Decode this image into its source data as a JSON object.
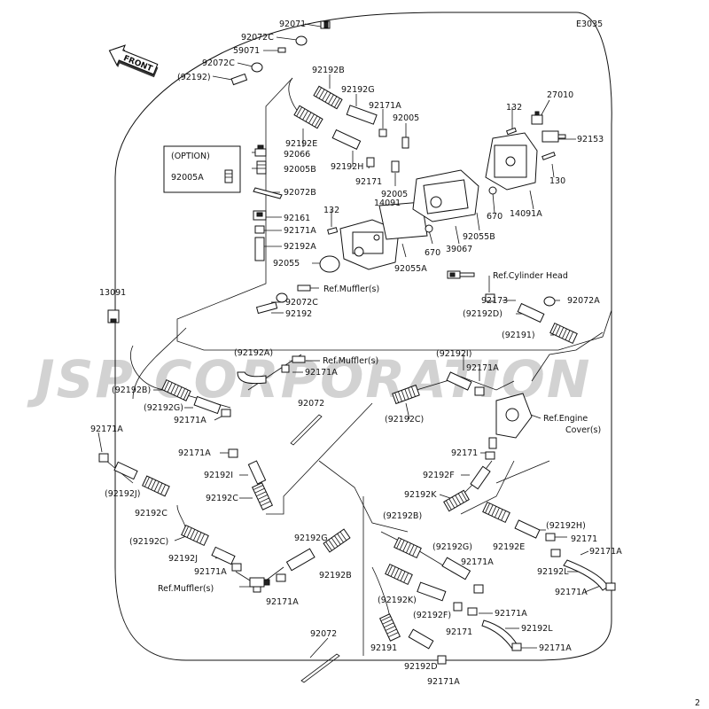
{
  "figure_code": "E3035",
  "front_label": "FRONT",
  "watermark": "JSP CORPORATION",
  "page_marker": "2",
  "labels": [
    {
      "id": "p92071",
      "text": "92071"
    },
    {
      "id": "p92072c_a",
      "text": "92072C"
    },
    {
      "id": "p59071",
      "text": "59071"
    },
    {
      "id": "p92072c_b",
      "text": "92072C"
    },
    {
      "id": "p92192_a",
      "text": "(92192)"
    },
    {
      "id": "p92192b_a",
      "text": "92192B"
    },
    {
      "id": "p92192g_a",
      "text": "92192G"
    },
    {
      "id": "p92171a_a",
      "text": "92171A"
    },
    {
      "id": "p92005_a",
      "text": "92005"
    },
    {
      "id": "p92192e_a",
      "text": "92192E"
    },
    {
      "id": "p92066",
      "text": "92066"
    },
    {
      "id": "p92192h_a",
      "text": "92192H"
    },
    {
      "id": "p_option",
      "text": "(OPTION)"
    },
    {
      "id": "p92005a",
      "text": "92005A"
    },
    {
      "id": "p92005b",
      "text": "92005B"
    },
    {
      "id": "p92072b",
      "text": "92072B"
    },
    {
      "id": "p92171_a",
      "text": "92171"
    },
    {
      "id": "p92005_b",
      "text": "92005"
    },
    {
      "id": "p132_a",
      "text": "132"
    },
    {
      "id": "p27010",
      "text": "27010"
    },
    {
      "id": "p92153",
      "text": "92153"
    },
    {
      "id": "p130",
      "text": "130"
    },
    {
      "id": "p14091a",
      "text": "14091A"
    },
    {
      "id": "p670_a",
      "text": "670"
    },
    {
      "id": "p14091",
      "text": "14091"
    },
    {
      "id": "p132_b",
      "text": "132"
    },
    {
      "id": "p92161",
      "text": "92161"
    },
    {
      "id": "p92171a_b",
      "text": "92171A"
    },
    {
      "id": "p92192a_a",
      "text": "92192A"
    },
    {
      "id": "p92055",
      "text": "92055"
    },
    {
      "id": "p92055a",
      "text": "92055A"
    },
    {
      "id": "p670_b",
      "text": "670"
    },
    {
      "id": "p39067",
      "text": "39067"
    },
    {
      "id": "p92055b",
      "text": "92055B"
    },
    {
      "id": "p_ref_cyl",
      "text": "Ref.Cylinder Head"
    },
    {
      "id": "p13091",
      "text": "13091"
    },
    {
      "id": "p_ref_muf_a",
      "text": "Ref.Muffler(s)"
    },
    {
      "id": "p92072c_c",
      "text": "92072C"
    },
    {
      "id": "p92192_b",
      "text": "92192"
    },
    {
      "id": "p92173",
      "text": "92173"
    },
    {
      "id": "p92072a",
      "text": "92072A"
    },
    {
      "id": "p92192d_a",
      "text": "(92192D)"
    },
    {
      "id": "p92191_a",
      "text": "(92191)"
    },
    {
      "id": "p92192a_b",
      "text": "(92192A)"
    },
    {
      "id": "p_ref_muf_b",
      "text": "Ref.Muffler(s)"
    },
    {
      "id": "p92171a_c",
      "text": "92171A"
    },
    {
      "id": "p92192b_b",
      "text": "(92192B)"
    },
    {
      "id": "p92192g_b",
      "text": "(92192G)"
    },
    {
      "id": "p92171a_d",
      "text": "92171A"
    },
    {
      "id": "p92192i_a",
      "text": "(92192I)"
    },
    {
      "id": "p92171a_e",
      "text": "92171A"
    },
    {
      "id": "p92072_a",
      "text": "92072"
    },
    {
      "id": "p92192c_a",
      "text": "(92192C)"
    },
    {
      "id": "p_ref_eng",
      "text": "Ref.Engine"
    },
    {
      "id": "p_ref_eng2",
      "text": "Cover(s)"
    },
    {
      "id": "p92171a_f",
      "text": "92171A"
    },
    {
      "id": "p92171a_g",
      "text": "92171A"
    },
    {
      "id": "p92192i_b",
      "text": "92192I"
    },
    {
      "id": "p92171_b",
      "text": "92171"
    },
    {
      "id": "p92192f_a",
      "text": "92192F"
    },
    {
      "id": "p92192j_a",
      "text": "(92192J)"
    },
    {
      "id": "p92192c_b",
      "text": "92192C"
    },
    {
      "id": "p92192c_c",
      "text": "92192C"
    },
    {
      "id": "p92192k_a",
      "text": "92192K"
    },
    {
      "id": "p92192b_c",
      "text": "(92192B)"
    },
    {
      "id": "p92192h_b",
      "text": "(92192H)"
    },
    {
      "id": "p92171_c",
      "text": "92171"
    },
    {
      "id": "p92192e_b",
      "text": "92192E"
    },
    {
      "id": "p92192c_d",
      "text": "(92192C)"
    },
    {
      "id": "p92192j_b",
      "text": "92192J"
    },
    {
      "id": "p92192g_c",
      "text": "92192G"
    },
    {
      "id": "p92192g_d",
      "text": "(92192G)"
    },
    {
      "id": "p92171a_h",
      "text": "92171A"
    },
    {
      "id": "p92171a_i",
      "text": "92171A"
    },
    {
      "id": "p_ref_muf_c",
      "text": "Ref.Muffler(s)"
    },
    {
      "id": "p92192b_d",
      "text": "92192B"
    },
    {
      "id": "p92171a_j",
      "text": "92171A"
    },
    {
      "id": "p92192k_b",
      "text": "(92192K)"
    },
    {
      "id": "p92192f_b",
      "text": "(92192F)"
    },
    {
      "id": "p92171a_k",
      "text": "92171A"
    },
    {
      "id": "p92192l_a",
      "text": "92192L"
    },
    {
      "id": "p92171a_l",
      "text": "92171A"
    },
    {
      "id": "p92192l_b",
      "text": "92192L"
    },
    {
      "id": "p92171_d",
      "text": "92171"
    },
    {
      "id": "p92171a_m",
      "text": "92171A"
    },
    {
      "id": "p92072_b",
      "text": "92072"
    },
    {
      "id": "p92191_b",
      "text": "92191"
    },
    {
      "id": "p92192d_b",
      "text": "92192D"
    },
    {
      "id": "p92171a_n",
      "text": "92171A"
    },
    {
      "id": "p92171a_o",
      "text": "92171A"
    }
  ]
}
